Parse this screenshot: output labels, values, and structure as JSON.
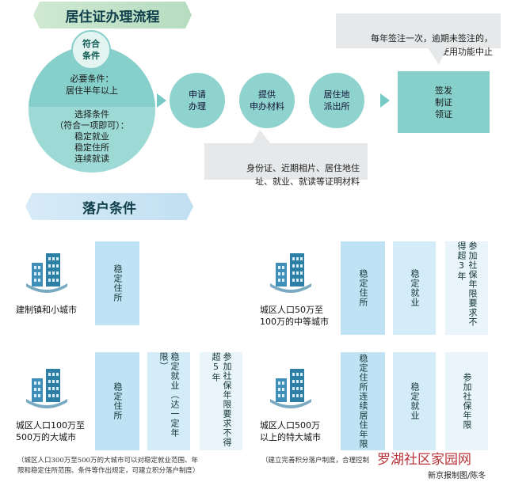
{
  "section1": {
    "title": "居住证办理流程",
    "circle_badge": "符合\n条件",
    "required_label": "必要条件：",
    "required_text": "居住半年以上",
    "optional_label": "选择条件",
    "optional_sub": "（符合一项即可）：",
    "optional_items": [
      "稳定就业",
      "稳定住所",
      "连续就读"
    ],
    "steps": [
      "申请\n办理",
      "提供\n申办材料",
      "居住地\n派出所"
    ],
    "final_step": "签发\n制证\n领证",
    "note_top": "每年签注一次，逾期未签注的，\n使用功能中止",
    "note_bottom": "身份证、近期相片、居住地住\n址、就业、就读等证明材料"
  },
  "section2": {
    "title": "落户条件",
    "cities": [
      {
        "label": "建制镇和小城市",
        "conditions": [
          "稳定住所"
        ]
      },
      {
        "label": "城区人口50万至\n100万的中等城市",
        "conditions": [
          "稳定住所",
          "稳定就业",
          "参加社保年限要求不得超3年"
        ]
      },
      {
        "label": "城区人口100万至\n500万的大城市",
        "conditions": [
          "稳定住所",
          "稳定就业（达一定年限）",
          "参加社保年限要求不得超5年"
        ]
      },
      {
        "label": "城区人口500万\n以上的特大城市",
        "conditions": [
          "稳定住所连续居住年限",
          "稳定就业",
          "参加社保年限"
        ]
      }
    ],
    "footnote_left": "（城区人口300万至500万的大城市可以对稳定就业范围、年\n限和稳定住所范围、条件等作出规定，可建立积分落户制度）",
    "footnote_right": "（建立完善积分落户制度，合理控制",
    "watermark": "罗湖社区家园网",
    "credit": "新京报制图/陈冬"
  },
  "colors": {
    "teal": "#86cfcb",
    "blue_dark": "#bfe3f4",
    "building": "#2e7fa6"
  }
}
